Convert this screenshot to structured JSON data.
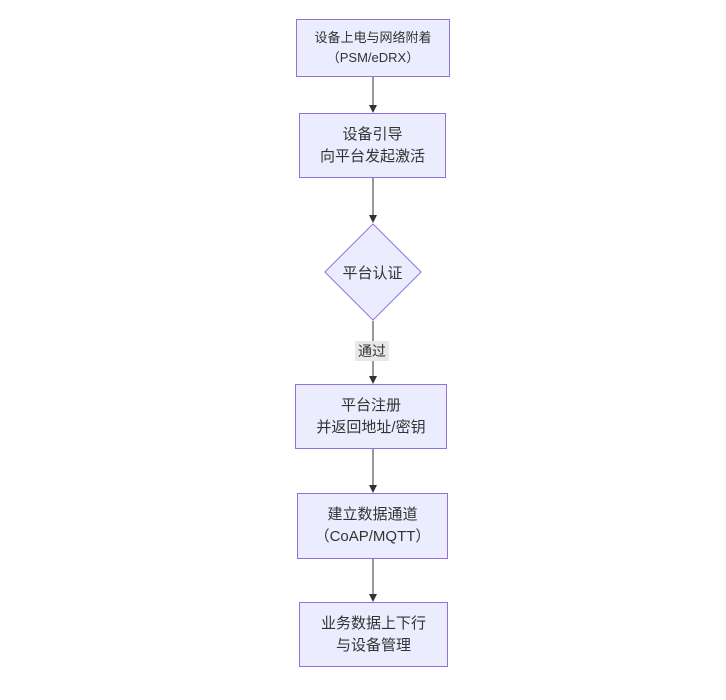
{
  "diagram": {
    "type": "flowchart",
    "direction": "top-down",
    "colors": {
      "background": "#ffffff",
      "node_fill": "#ECECFF",
      "node_border": "#9370DB",
      "edge": "#333333",
      "text": "#333333",
      "edge_label_bg": "#e8e8e8"
    },
    "nodes": [
      {
        "id": "A",
        "shape": "rect",
        "lines": [
          "设备上电与网络附着",
          "（PSM/eDRX）"
        ]
      },
      {
        "id": "B",
        "shape": "rect",
        "lines": [
          "设备引导",
          "向平台发起激活"
        ]
      },
      {
        "id": "C",
        "shape": "diamond",
        "lines": [
          "平台认证"
        ]
      },
      {
        "id": "D",
        "shape": "rect",
        "lines": [
          "平台注册",
          "并返回地址/密钥"
        ]
      },
      {
        "id": "E",
        "shape": "rect",
        "lines": [
          "建立数据通道",
          "（CoAP/MQTT）"
        ]
      },
      {
        "id": "F",
        "shape": "rect",
        "lines": [
          "业务数据上下行",
          "与设备管理"
        ]
      }
    ],
    "edges": [
      {
        "from": "A",
        "to": "B",
        "label": ""
      },
      {
        "from": "B",
        "to": "C",
        "label": ""
      },
      {
        "from": "C",
        "to": "D",
        "label": "通过"
      },
      {
        "from": "D",
        "to": "E",
        "label": ""
      },
      {
        "from": "E",
        "to": "F",
        "label": ""
      }
    ]
  }
}
